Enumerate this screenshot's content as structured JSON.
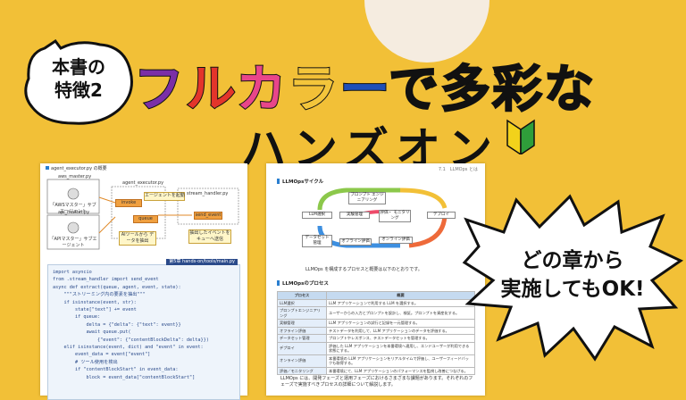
{
  "badge": {
    "line1": "本書の",
    "line2": "特徴2"
  },
  "headline": {
    "line1": [
      {
        "text": "フ",
        "color": "#7b2fa7"
      },
      {
        "text": "ル",
        "color": "#e3352b"
      },
      {
        "text": "カ",
        "color": "#e8468a"
      },
      {
        "text": "ラ",
        "color": "#f3c53b"
      },
      {
        "text": "ー",
        "color": "#1f4fb8"
      },
      {
        "text": "で多彩な",
        "color": "#111111"
      }
    ],
    "line2": "ハンズオン",
    "leaf_icon": "beginner-mark-icon"
  },
  "speech": {
    "line1": "どの章から",
    "line2": "実施してもOK!"
  },
  "left_page": {
    "caption": "agent_executor.py の概要",
    "nodes": {
      "aws_master": "aws_master.py",
      "aws_master_role": "「AWSマスター」サブエージェント",
      "api_master": "api_master.py",
      "api_master_role": "「APIマスター」サブエージェント",
      "executor": "agent_executor.py",
      "stream_handler": "stream_handler.py",
      "invoke_note": "エージェントを起動",
      "tool_note": "AIツールから データを抽出",
      "queue_note": "抽出したイベントを キューへ送信",
      "invoke_box": "invoke",
      "queue_box": "queue",
      "send_box": "send_event"
    },
    "code_label": "第5章 hands-on/tools/main.py",
    "code": [
      "import asyncio",
      "from .stream_handler import send_event",
      "",
      "async def extract(queue, agent, event, state):",
      "    \"\"\"ストリーミング内の要素を抽出\"\"\"",
      "    if isinstance(event, str):",
      "        state[\"text\"] += event",
      "        if queue:",
      "            delta = {\"delta\": {\"text\": event}}",
      "            await queue.put(",
      "                {\"event\": {\"contentBlockDelta\": delta}})",
      "    elif isinstance(event, dict) and \"event\" in event:",
      "        event_data = event[\"event\"]",
      "",
      "        # ツール使用を検出",
      "        if \"contentBlockStart\" in event_data:",
      "            block = event_data[\"contentBlockStart\"]"
    ]
  },
  "right_page": {
    "header": "7.1　LLMOps とは",
    "section1": "LLMOpsサイクル",
    "cycle": {
      "plan": "プロンプト エンジニアリング",
      "llm_select": "LLM選択",
      "experiment": "実験管理",
      "evaluation": "評価・ モニタリング",
      "deploy": "デプロイ",
      "dataset": "データセット 管理",
      "offline": "オフライン評価",
      "online": "オンライン評価"
    },
    "caption": "LLMOps を構成するプロセスと概要は以下のとおりです。",
    "section2": "LLMOpsのプロセス",
    "table": {
      "headers": [
        "プロセス",
        "概要"
      ],
      "rows": [
        [
          "LLM選択",
          "LLM アプリケーションで利用する LLM を選択する。"
        ],
        [
          "プロンプトエンジニアリング",
          "ユーザーからの入力とプロンプトを設計し、検証。プロンプトを資産化する。"
        ],
        [
          "実験管理",
          "LLM アプリケーションの試行と記録を一元管理する。"
        ],
        [
          "オフライン評価",
          "テストデータを利用して、LLM アプリケーションのデータを評価する。"
        ],
        [
          "データセット管理",
          "プロンプトやレスポンス、テストデータセットを管理する。"
        ],
        [
          "デプロイ",
          "評価した LLM アプリケーションを本番環境へ適用し、エンドユーザーが利用できる状態にする。"
        ],
        [
          "オンライン評価",
          "本番環境の LLM アプリケーションをリアルタイムで評価し、ユーザーフィードバックも取得する。"
        ],
        [
          "評価／モニタリング",
          "本番環境にて、LLM アプリケーションのパフォーマンスを監視し改善につなげる。"
        ]
      ]
    },
    "footer": "LLMOps には、開発フェーズと運用フェーズにおけるさまざまな課題があります。それぞれのフェーズで実施すべきプロセスの詳細について解説します。"
  }
}
